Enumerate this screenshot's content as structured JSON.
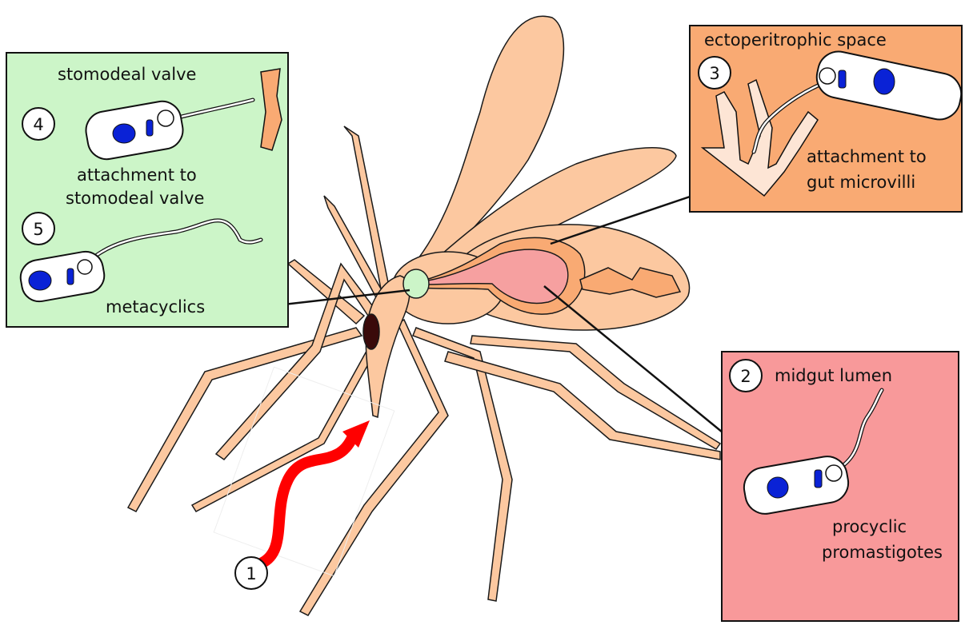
{
  "colors": {
    "body": "#fcc8a0",
    "outline": "#1a1a1a",
    "box_green": "#ccf5c8",
    "box_orange": "#f9aa73",
    "box_pink": "#f8999a",
    "gut_pink": "#f6a0a0",
    "crop_green": "#ccf5c8",
    "nucleus_blue": "#0a22d6",
    "arrow_red": "#ff0000"
  },
  "panel_4_5": {
    "title": "stomodeal valve",
    "step4": "4",
    "caption4_line1": "attachment to",
    "caption4_line2": "stomodeal valve",
    "step5": "5",
    "caption5": "metacyclics"
  },
  "panel_3": {
    "title": "ectoperitrophic space",
    "step": "3",
    "caption_line1": "attachment to",
    "caption_line2": "gut microvilli"
  },
  "panel_2": {
    "title": "midgut lumen",
    "step": "2",
    "caption_line1": "procyclic",
    "caption_line2": "promastigotes"
  },
  "blood_meal": {
    "step": "1"
  }
}
